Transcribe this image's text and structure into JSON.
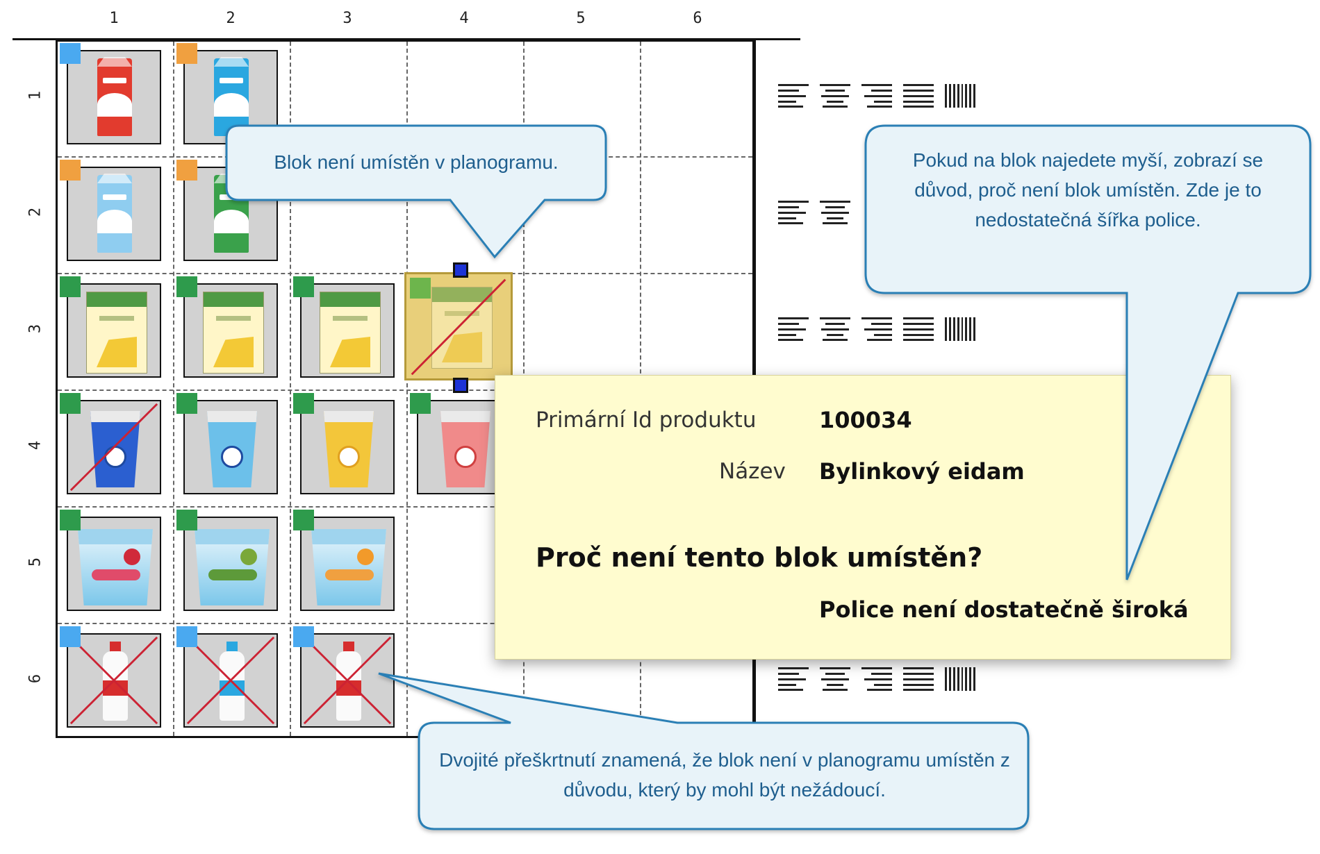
{
  "columns": [
    "1",
    "2",
    "3",
    "4",
    "5",
    "6"
  ],
  "rows": [
    "1",
    "2",
    "3",
    "4",
    "5",
    "6"
  ],
  "colors": {
    "tag_blue": "#4aa9f0",
    "tag_orange": "#f0a040",
    "tag_green": "#2e9b4c",
    "cross_red": "#cc2233",
    "handle_blue": "#1d33d6",
    "callout_fill": "#e8f3f9",
    "callout_border": "#2a7fb5",
    "callout_text": "#1e5e8e",
    "tooltip_bg": "#fffccf"
  },
  "tooltip": {
    "id_label": "Primární Id produktu",
    "id_value": "100034",
    "name_label": "Název",
    "name_value": "Bylinkový eidam",
    "question": "Proč není tento blok umístěn?",
    "reason": "Police není dostatečně široká"
  },
  "callouts": {
    "top": "Blok není umístěn v planogramu.",
    "right": "Pokud na blok najedete myší, zobrazí se důvod, proč není blok umístěn. Zde je to nedostatečná šířka police.",
    "bottom": "Dvojité přeškrtnutí znamená, že blok není v planogramu umístěn z důvodu, který by mohl být nežádoucí."
  },
  "alignment_icons": [
    "align-left-icon",
    "align-center-icon",
    "align-right-icon",
    "align-justify-icon",
    "distribute-icon"
  ]
}
